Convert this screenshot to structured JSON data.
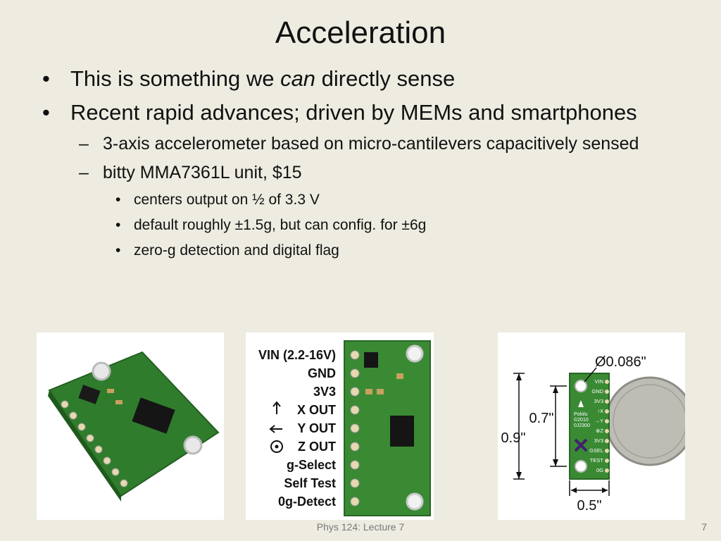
{
  "title": "Acceleration",
  "bullets": {
    "b1_before": "This is something we ",
    "b1_em": "can",
    "b1_after": " directly sense",
    "b2": "Recent rapid advances; driven by MEMs and smartphones",
    "sub1": "3-axis accelerometer based on micro-cantilevers capacitively sensed",
    "sub2": "bitty MMA7361L unit, $15",
    "subsub": [
      " centers output on ½ of 3.3 V",
      "default roughly ±1.5g, but can config. for ±6g",
      "zero-g detection and digital flag"
    ]
  },
  "pinout": {
    "pins": [
      "VIN (2.2-16V)",
      "GND",
      "3V3",
      "X OUT",
      "Y OUT",
      "Z OUT",
      "g-Select",
      "Self Test",
      "0g-Detect"
    ]
  },
  "dimensions": {
    "hole": "Ø0.086\"",
    "height_inner": "0.7\"",
    "height_outer": "0.9\"",
    "width": "0.5\"",
    "board_pins": [
      "VIN",
      "GND",
      "3V3",
      "↑X",
      "→Y",
      "⊗Z",
      "3V3",
      "GSEL",
      "TEST",
      "0G"
    ],
    "board_marks": [
      "Pololu",
      "©2010",
      "0J2300"
    ]
  },
  "footer": {
    "lecture": "Phys 124: Lecture 7",
    "page": "7"
  }
}
